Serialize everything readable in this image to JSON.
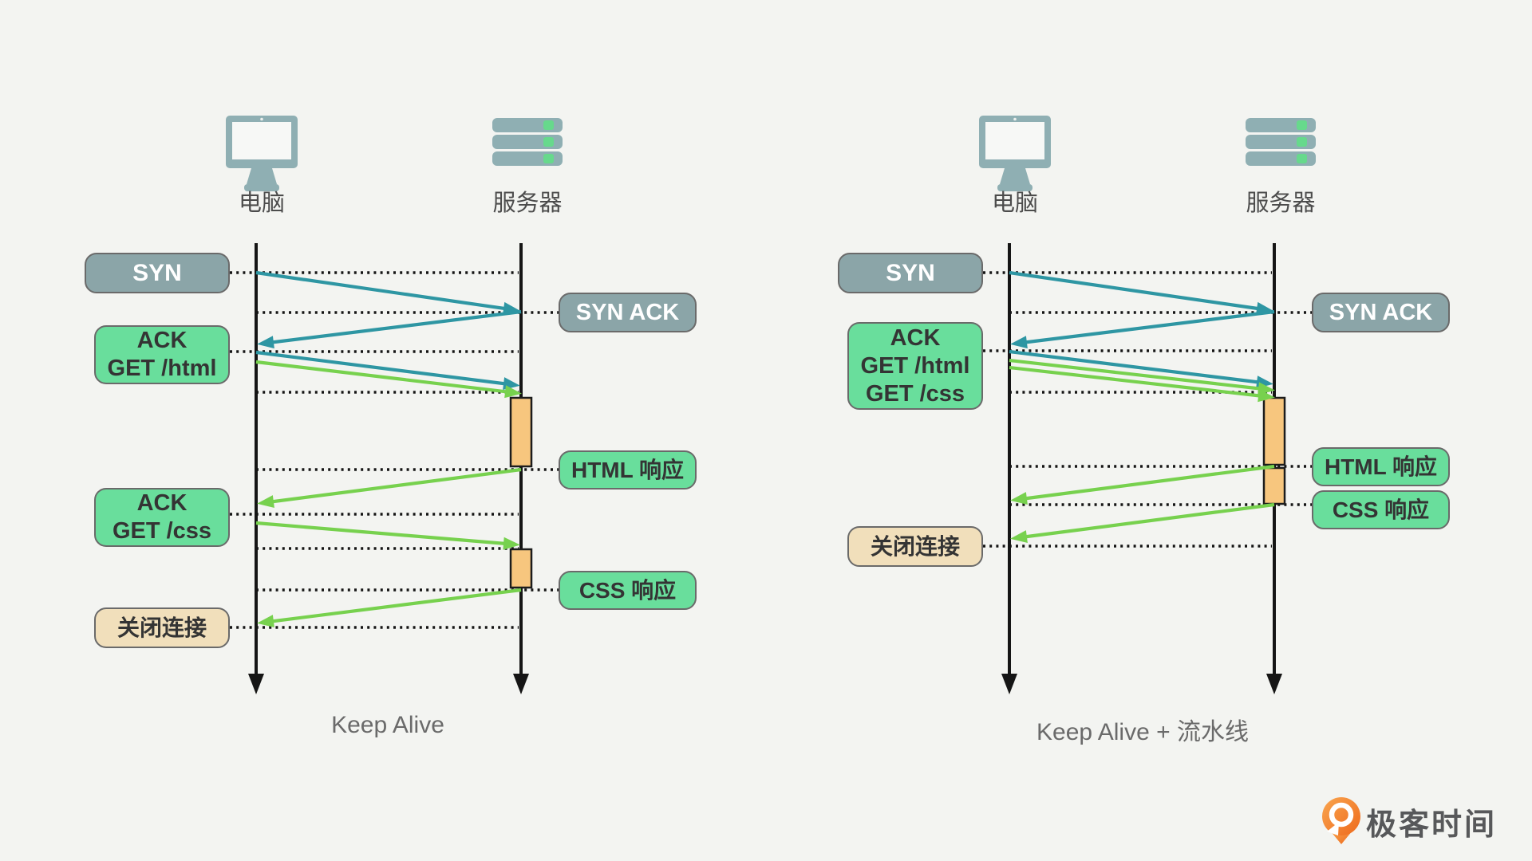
{
  "colors": {
    "bg": "#f3f4f1",
    "slate-fill": "#8ba5a8",
    "green-fill": "#69de9c",
    "tan-fill": "#f1dfbb",
    "orange-fill": "#f7c67e",
    "teal-arrow": "#2e96a3",
    "green-arrow": "#77d14e",
    "line-ink": "#151515",
    "icon-slate": "#8fafb3",
    "led-green": "#67d98c",
    "label-ink": "#4c4c4c",
    "caption-ink": "#6a6a6a",
    "box-border": "#6a6a6a",
    "box-text-dark": "#343434",
    "box-text-light": "#ffffff",
    "logo-orange": "#f07c1f",
    "logo-text-ink": "#57585a"
  },
  "icons": {
    "client": "computer-monitor-icon",
    "server": "server-rack-icon",
    "logo": "geektime-pin-icon"
  },
  "left": {
    "caption": "Keep Alive",
    "client_label": "电脑",
    "server_label": "服务器",
    "boxes": {
      "syn": {
        "lines": [
          "SYN"
        ]
      },
      "syn_ack": {
        "lines": [
          "SYN ACK"
        ]
      },
      "ack_get_html": {
        "lines": [
          "ACK",
          "GET /html"
        ]
      },
      "html_resp": {
        "lines": [
          "HTML 响应"
        ]
      },
      "ack_get_css": {
        "lines": [
          "ACK",
          "GET /css"
        ]
      },
      "css_resp": {
        "lines": [
          "CSS 响应"
        ]
      },
      "close": {
        "lines": [
          "关闭连接"
        ]
      }
    },
    "flows": [
      {
        "label": "SYN",
        "from": "client",
        "to": "server",
        "color": "teal"
      },
      {
        "label": "SYN ACK",
        "from": "server",
        "to": "client",
        "color": "teal"
      },
      {
        "label": "ACK",
        "from": "client",
        "to": "server",
        "color": "teal"
      },
      {
        "label": "GET /html",
        "from": "client",
        "to": "server",
        "color": "green"
      },
      {
        "label": "HTML 响应",
        "from": "server",
        "to": "client",
        "color": "green"
      },
      {
        "label": "GET /css",
        "from": "client",
        "to": "server",
        "color": "green"
      },
      {
        "label": "CSS 响应",
        "from": "server",
        "to": "client",
        "color": "green"
      }
    ]
  },
  "right": {
    "caption": "Keep Alive + 流水线",
    "client_label": "电脑",
    "server_label": "服务器",
    "boxes": {
      "syn": {
        "lines": [
          "SYN"
        ]
      },
      "syn_ack": {
        "lines": [
          "SYN ACK"
        ]
      },
      "ack_get": {
        "lines": [
          "ACK",
          "GET /html",
          "GET /css"
        ]
      },
      "html_resp": {
        "lines": [
          "HTML 响应"
        ]
      },
      "css_resp": {
        "lines": [
          "CSS 响应"
        ]
      },
      "close": {
        "lines": [
          "关闭连接"
        ]
      }
    },
    "flows": [
      {
        "label": "SYN",
        "from": "client",
        "to": "server",
        "color": "teal"
      },
      {
        "label": "SYN ACK",
        "from": "server",
        "to": "client",
        "color": "teal"
      },
      {
        "label": "ACK",
        "from": "client",
        "to": "server",
        "color": "teal"
      },
      {
        "label": "GET /html",
        "from": "client",
        "to": "server",
        "color": "green"
      },
      {
        "label": "GET /css",
        "from": "client",
        "to": "server",
        "color": "green"
      },
      {
        "label": "HTML 响应",
        "from": "server",
        "to": "client",
        "color": "green"
      },
      {
        "label": "CSS 响应",
        "from": "server",
        "to": "client",
        "color": "green"
      }
    ]
  },
  "logo": {
    "text": "极客时间"
  }
}
